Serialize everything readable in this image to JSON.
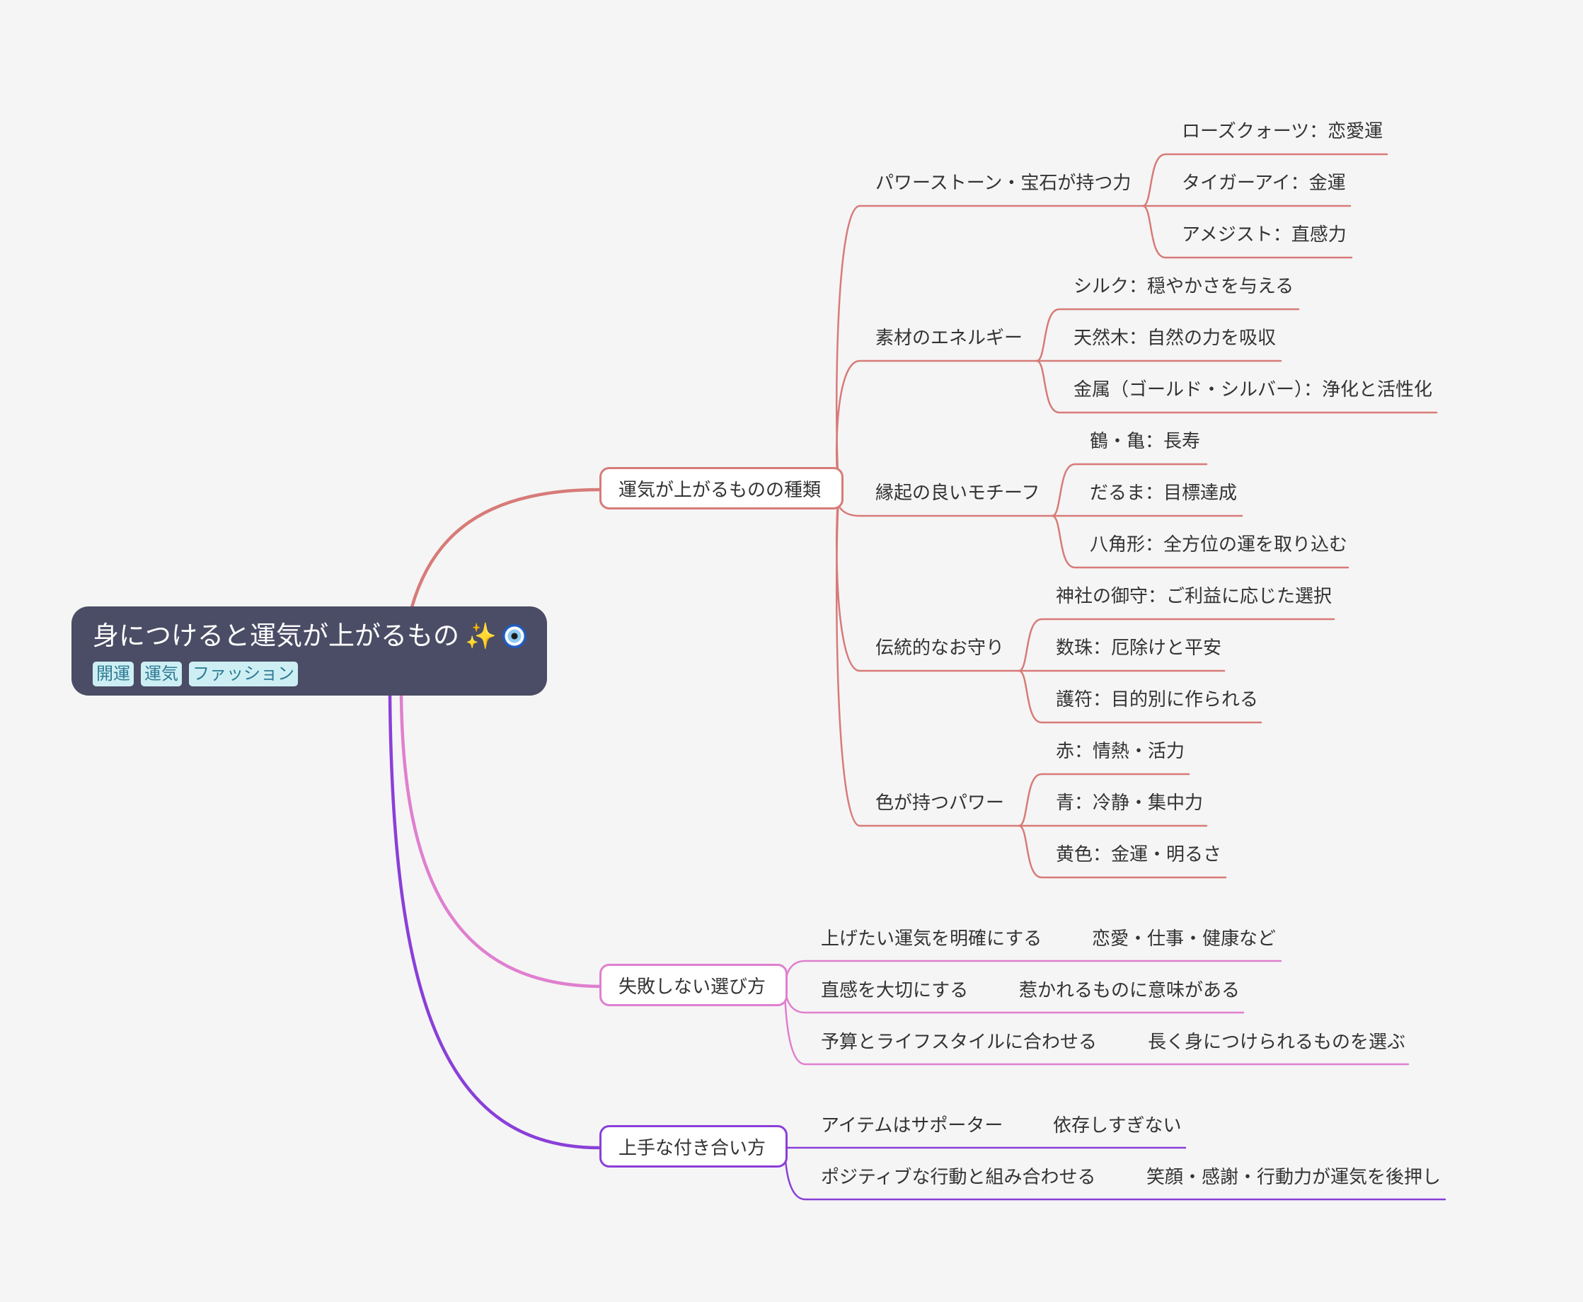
{
  "root": {
    "title": "身につけると運気が上がるもの",
    "icons": [
      "sparkles-icon",
      "nazar-amulet-icon"
    ],
    "tags": [
      "開運",
      "運気",
      "ファッション"
    ]
  },
  "colors": {
    "branch_types": "#d77b78",
    "branch_choose": "#e07fcf",
    "branch_relation": "#8a3fd8",
    "root_bg": "#4b4c65",
    "tag_bg": "#cdeff4",
    "background": "#f5f5f5"
  },
  "branches": [
    {
      "label": "運気が上がるものの種類",
      "children": [
        {
          "label": "パワーストーン・宝石が持つ力",
          "children": [
            "ローズクォーツ：恋愛運",
            "タイガーアイ：金運",
            "アメジスト：直感力"
          ]
        },
        {
          "label": "素材のエネルギー",
          "children": [
            "シルク：穏やかさを与える",
            "天然木：自然の力を吸収",
            "金属（ゴールド・シルバー）：浄化と活性化"
          ]
        },
        {
          "label": "縁起の良いモチーフ",
          "children": [
            "鶴・亀：長寿",
            "だるま：目標達成",
            "八角形：全方位の運を取り込む"
          ]
        },
        {
          "label": "伝統的なお守り",
          "children": [
            "神社の御守：ご利益に応じた選択",
            "数珠：厄除けと平安",
            "護符：目的別に作られる"
          ]
        },
        {
          "label": "色が持つパワー",
          "children": [
            "赤：情熱・活力",
            "青：冷静・集中力",
            "黄色：金運・明るさ"
          ]
        }
      ]
    },
    {
      "label": "失敗しない選び方",
      "children": [
        {
          "label": "上げたい運気を明確にする",
          "children": [
            "恋愛・仕事・健康など"
          ]
        },
        {
          "label": "直感を大切にする",
          "children": [
            "惹かれるものに意味がある"
          ]
        },
        {
          "label": "予算とライフスタイルに合わせる",
          "children": [
            "長く身につけられるものを選ぶ"
          ]
        }
      ]
    },
    {
      "label": "上手な付き合い方",
      "children": [
        {
          "label": "アイテムはサポーター",
          "children": [
            "依存しすぎない"
          ]
        },
        {
          "label": "ポジティブな行動と組み合わせる",
          "children": [
            "笑顔・感謝・行動力が運気を後押し"
          ]
        }
      ]
    }
  ]
}
